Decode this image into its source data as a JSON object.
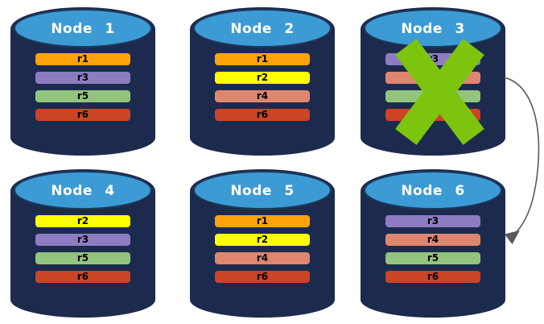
{
  "diagram": {
    "description": "Six database nodes holding replica partitions; Node 3 is failed (crossed out) and an arrow points from Node 3 to Node 6",
    "colors": {
      "cylinder_body": "#1C2B4D",
      "cylinder_top": "#3C9BD5",
      "cylinder_top_border": "#1E3A5F",
      "failure_x": "#7DC40E",
      "arrow": "#595959",
      "bar_text": "#000000",
      "title_text": "#FFFFFF"
    },
    "failed_node": "Node 3",
    "failover_arrow": {
      "from": "Node 3",
      "to": "Node 6"
    },
    "nodes": [
      {
        "title": "Node 1",
        "failed": false,
        "replicas": [
          {
            "label": "r1",
            "color": "#FFA30C"
          },
          {
            "label": "r3",
            "color": "#8E7CC3"
          },
          {
            "label": "r5",
            "color": "#93C47D"
          },
          {
            "label": "r6",
            "color": "#CB4426"
          }
        ]
      },
      {
        "title": "Node 2",
        "failed": false,
        "replicas": [
          {
            "label": "r1",
            "color": "#FFA30C"
          },
          {
            "label": "r2",
            "color": "#FFFF00"
          },
          {
            "label": "r4",
            "color": "#DF8670"
          },
          {
            "label": "r6",
            "color": "#CB4426"
          }
        ]
      },
      {
        "title": "Node 3",
        "failed": true,
        "replicas": [
          {
            "label": "r3",
            "color": "#8E7CC3"
          },
          {
            "label": "",
            "color": "#DF8670"
          },
          {
            "label": "",
            "color": "#93C47D"
          },
          {
            "label": "",
            "color": "#CB4426"
          }
        ]
      },
      {
        "title": "Node 4",
        "failed": false,
        "replicas": [
          {
            "label": "r2",
            "color": "#FFFF00"
          },
          {
            "label": "r3",
            "color": "#8E7CC3"
          },
          {
            "label": "r5",
            "color": "#93C47D"
          },
          {
            "label": "r6",
            "color": "#CB4426"
          }
        ]
      },
      {
        "title": "Node 5",
        "failed": false,
        "replicas": [
          {
            "label": "r1",
            "color": "#FFA30C"
          },
          {
            "label": "r2",
            "color": "#FFFF00"
          },
          {
            "label": "r4",
            "color": "#DF8670"
          },
          {
            "label": "r6",
            "color": "#CB4426"
          }
        ]
      },
      {
        "title": "Node 6",
        "failed": false,
        "replicas": [
          {
            "label": "r3",
            "color": "#8E7CC3"
          },
          {
            "label": "r4",
            "color": "#DF8670"
          },
          {
            "label": "r5",
            "color": "#93C47D"
          },
          {
            "label": "r6",
            "color": "#CB4426"
          }
        ]
      }
    ]
  }
}
